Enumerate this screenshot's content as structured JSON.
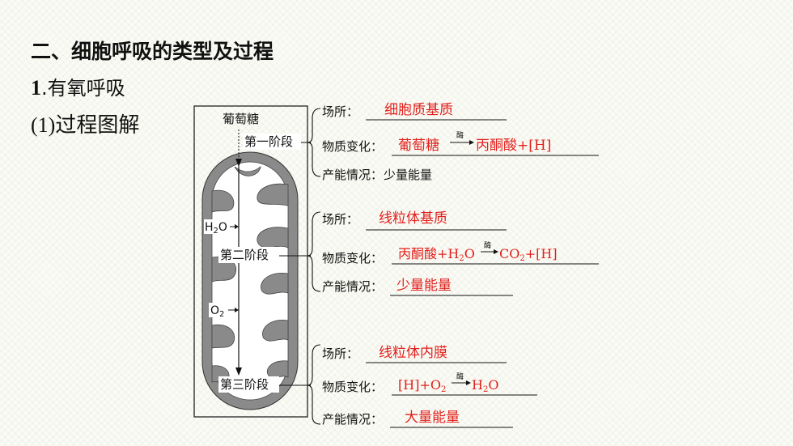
{
  "section_title": "二、细胞呼吸的类型及过程",
  "subsection": {
    "number": "1",
    "title": ".有氧呼吸"
  },
  "item_label": "(1)过程图解",
  "diagram": {
    "substrate": "葡萄糖",
    "stages": [
      {
        "name": "第一阶段",
        "place": "细胞质基质",
        "change": "葡萄糖→丙酮酸+[H]",
        "energy": "少量能量"
      },
      {
        "name": "第二阶段",
        "place": "线粒体基质",
        "change": "丙酮酸+H2O→CO2+[H]",
        "energy": "少量能量"
      },
      {
        "name": "第三阶段",
        "place": "线粒体内膜",
        "change": "[H]+O2→H2O",
        "energy": "大量能量"
      }
    ],
    "inputs": [
      "H2O",
      "O2"
    ],
    "labels": {
      "place": "场所：",
      "change": "物质变化：",
      "energy": "产能情况："
    },
    "enzyme": "酶"
  },
  "colors": {
    "answer": "#e1201c",
    "mitochondrion": "#7a7a7a"
  }
}
